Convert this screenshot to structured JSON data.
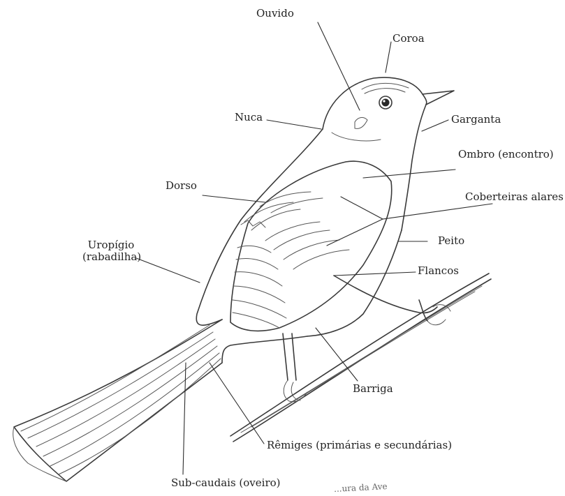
{
  "labels": {
    "ouvido": "Ouvido",
    "coroa": "Coroa",
    "nuca": "Nuca",
    "garganta": "Garganta",
    "ombro": "Ombro (encontro)",
    "dorso": "Dorso",
    "coberteiras": "Coberteiras alares",
    "peito": "Peito",
    "uropigio_1": "Uropígio",
    "uropigio_2": "(rabadilha)",
    "flancos": "Flancos",
    "barriga": "Barriga",
    "remiges": "Rêmiges (primárias e secundárias)",
    "subcaudais": "Sub-caudais (oveiro)"
  },
  "caption": "...ura da Ave",
  "colors": {
    "ink": "#222222",
    "line": "#3a3a3a",
    "paper": "#ffffff"
  }
}
